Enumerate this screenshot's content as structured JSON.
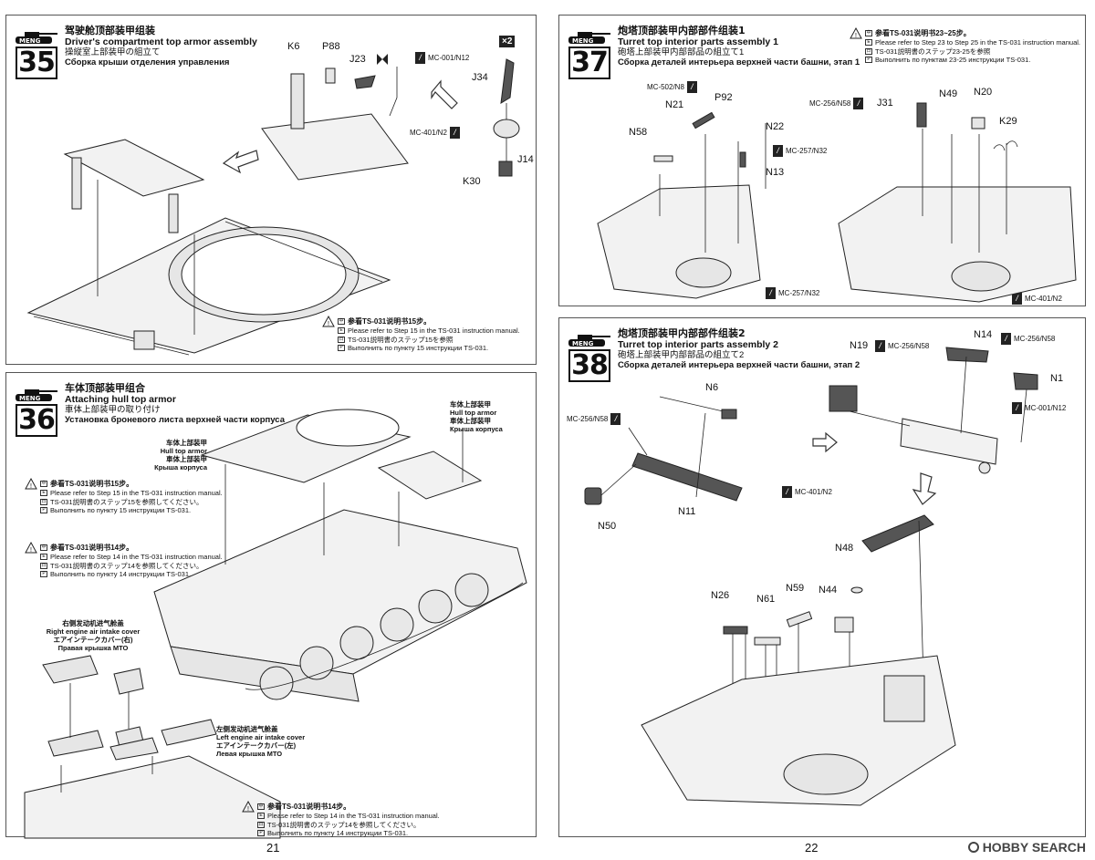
{
  "brand": {
    "logo_text": "MENG"
  },
  "steps": [
    {
      "number": "35",
      "title_cn": "驾驶舱顶部装甲组装",
      "title_en": "Driver's compartment top armor assembly",
      "title_jp": "操縦室上部装甲の組立て",
      "title_ru": "Сборка крыши отделения управления",
      "parts": [
        "K6",
        "P88",
        "J23",
        "J34",
        "J14",
        "K30"
      ],
      "multiplier": "×2",
      "colors": [
        "MC-001/N12",
        "MC-401/N2"
      ],
      "note": {
        "cn": "参看TS-031说明书15步。",
        "en": "Please refer to Step 15 in the TS-031 instruction manual.",
        "jp": "TS-031説明書のステップ15を参照",
        "ru": "Выполнить по пункту 15 инструкции TS-031."
      }
    },
    {
      "number": "36",
      "title_cn": "车体顶部装甲组合",
      "title_en": "Attaching hull top armor",
      "title_jp": "車体上部装甲の取り付け",
      "title_ru": "Установка броневого листа верхней части корпуса",
      "callouts": [
        {
          "cn": "车体上部装甲",
          "en": "Hull top armor",
          "jp": "車体上部装甲",
          "ru": "Крыша корпуса"
        },
        {
          "cn": "车体上部装甲",
          "en": "Hull top armor",
          "jp": "車体上部装甲",
          "ru": "Крыша корпуса"
        }
      ],
      "engine_covers": [
        {
          "cn": "右侧发动机进气舱盖",
          "en": "Right engine air intake cover",
          "jp": "エアインテークカバー(右)",
          "ru": "Правая крышка МТО"
        },
        {
          "cn": "左侧发动机进气舱盖",
          "en": "Left engine air intake cover",
          "jp": "エアインテークカバー(左)",
          "ru": "Левая крышка МТО"
        }
      ],
      "notes": [
        {
          "cn": "参看TS-031说明书15步。",
          "en": "Please refer to Step 15 in the TS-031 instruction manual.",
          "jp": "TS-031説明書のステップ15を参照してください。",
          "ru": "Выполнить по пункту 15 инструкции TS-031."
        },
        {
          "cn": "参看TS-031说明书14步。",
          "en": "Please refer to Step 14 in the TS-031 instruction manual.",
          "jp": "TS-031説明書のステップ14を参照してください。",
          "ru": "Выполнить по пункту 14 инструкции TS-031."
        },
        {
          "cn": "参看TS-031说明书14步。",
          "en": "Please refer to Step 14 in the TS-031 instruction manual.",
          "jp": "TS-031説明書のステップ14を参照してください。",
          "ru": "Выполнить по пункту 14 инструкции TS-031."
        }
      ]
    },
    {
      "number": "37",
      "title_cn": "炮塔顶部装甲内部部件组装1",
      "title_en": "Turret top interior parts assembly 1",
      "title_jp": "砲塔上部装甲内部部品の組立て1",
      "title_ru": "Сборка деталей интерьера верхней части башни, этап 1",
      "parts": [
        "N21",
        "P92",
        "N22",
        "N58",
        "N13",
        "J31",
        "N49",
        "N20",
        "K29"
      ],
      "colors": [
        "MC-502/N8",
        "MC-257/N32",
        "MC-256/N58",
        "MC-257/N32",
        "MC-401/N2"
      ],
      "note": {
        "cn": "参看TS-031说明书23~25步。",
        "en": "Please refer to Step 23 to Step 25 in the TS-031 instruction manual.",
        "jp": "TS-031説明書のステップ23-25を参照",
        "ru": "Выполнить по пунктам 23-25 инструкции TS-031."
      }
    },
    {
      "number": "38",
      "title_cn": "炮塔顶部装甲内部部件组装2",
      "title_en": "Turret top interior parts assembly  2",
      "title_jp": "砲塔上部装甲内部部品の組立て2",
      "title_ru": "Сборка деталей интерьера верхней части башни, этап 2",
      "parts": [
        "N6",
        "N11",
        "N50",
        "N19",
        "N14",
        "N1",
        "N48",
        "N26",
        "N61",
        "N59",
        "N44"
      ],
      "colors": [
        "MC-256/N58",
        "MC-401/N2",
        "MC-256/N58",
        "MC-256/N58",
        "MC-001/N12"
      ]
    }
  ],
  "page_numbers": {
    "left": "21",
    "right": "22"
  },
  "watermark": "HOBBY SEARCH"
}
